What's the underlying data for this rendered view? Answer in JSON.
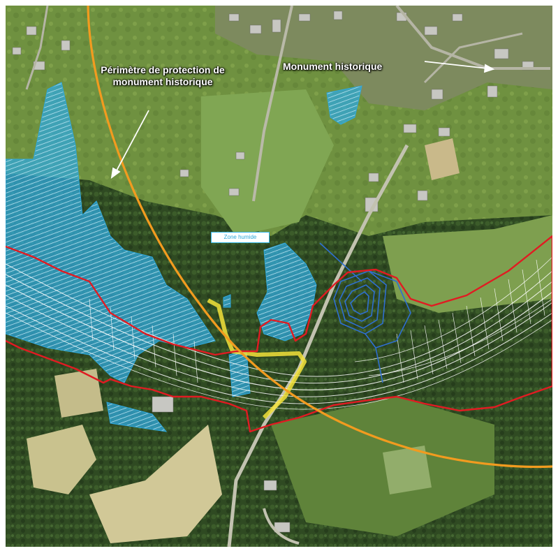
{
  "map": {
    "labels": {
      "perimeter": "Périmètre de protection de monument historique",
      "monument": "Monument historique",
      "zone": "Zone humide"
    },
    "colors": {
      "perimeter_circle": "#f29b1f",
      "project_outline": "#e11b22",
      "wetland_fill": "#2fa8dc",
      "earthwork_outline": "#2f6fd1",
      "highlighted_road": "#f3e23a",
      "vegetation_dark": "#2f4a22",
      "meadow": "#7fa04a",
      "bare_field": "#c9c28e"
    }
  }
}
